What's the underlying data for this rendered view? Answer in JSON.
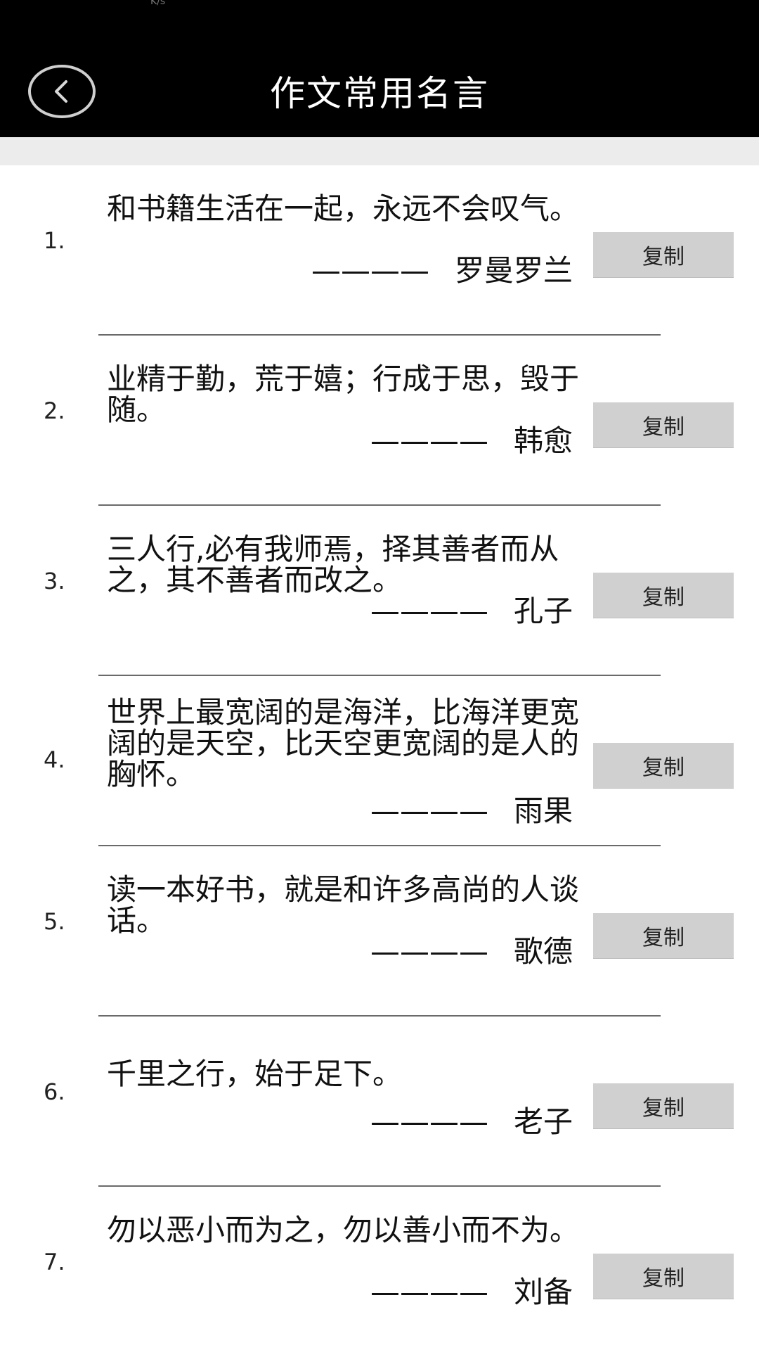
{
  "status": {
    "net_speed": "K/s"
  },
  "header": {
    "title": "作文常用名言"
  },
  "list": {
    "copy_label": "复制",
    "author_dash": "————",
    "items": [
      {
        "number": "1.",
        "quote": "和书籍生活在一起，永远不会叹气。",
        "author": "罗曼罗兰"
      },
      {
        "number": "2.",
        "quote": "业精于勤，荒于嬉；行成于思，毁于随。",
        "author": "韩愈"
      },
      {
        "number": "3.",
        "quote": "三人行,必有我师焉，择其善者而从之，其不善者而改之。",
        "author": "孔子"
      },
      {
        "number": "4.",
        "quote": "世界上最宽阔的是海洋，比海洋更宽阔的是天空，比天空更宽阔的是人的胸怀。",
        "author": "雨果"
      },
      {
        "number": "5.",
        "quote": "读一本好书，就是和许多高尚的人谈话。",
        "author": "歌德"
      },
      {
        "number": "6.",
        "quote": "千里之行，始于足下。",
        "author": "老子"
      },
      {
        "number": "7.",
        "quote": "勿以恶小而为之，勿以善小而不为。",
        "author": "刘备"
      }
    ]
  }
}
